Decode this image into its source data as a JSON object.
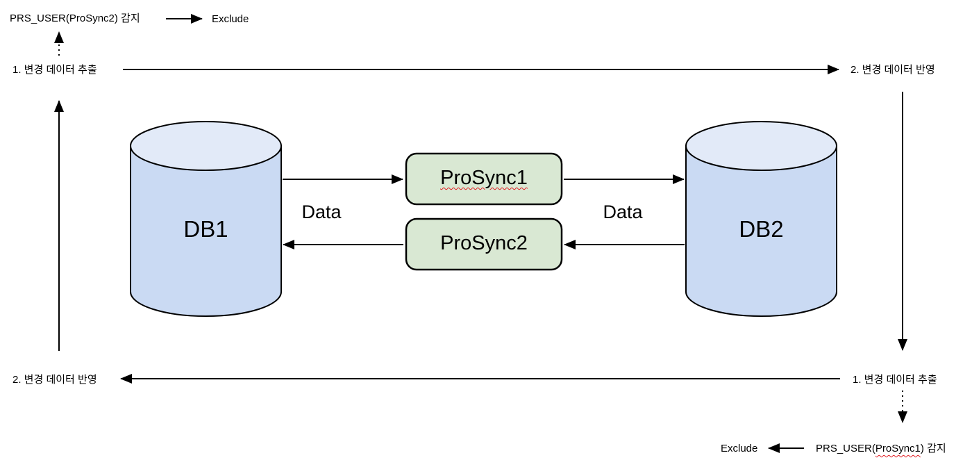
{
  "top_left": {
    "detect_label": "PRS_USER(ProSync2) 감지",
    "exclude_label": "Exclude"
  },
  "top_flow": {
    "left_label": "1. 변경 데이터 추출",
    "right_label": "2. 변경 데이터 반영"
  },
  "bottom_flow": {
    "left_label": "2. 변경 데이터 반영",
    "right_label": "1. 변경 데이터 추출"
  },
  "nodes": {
    "db1_label": "DB1",
    "db2_label": "DB2",
    "prosync1_label": "ProSync1",
    "prosync2_label": "ProSync2"
  },
  "data_labels": {
    "left": "Data",
    "right": "Data"
  },
  "bottom_right": {
    "detect_prefix": "PRS_USER(",
    "detect_highlight": "ProSync1",
    "detect_suffix": ") 감지",
    "exclude_label": "Exclude"
  },
  "colors": {
    "db_body_fill": "#cadaf3",
    "db_top_fill": "#e2eaf8",
    "prosync_fill": "#d9e8d3",
    "line": "#000000",
    "spellcheck_squiggle": "#e11b22"
  }
}
